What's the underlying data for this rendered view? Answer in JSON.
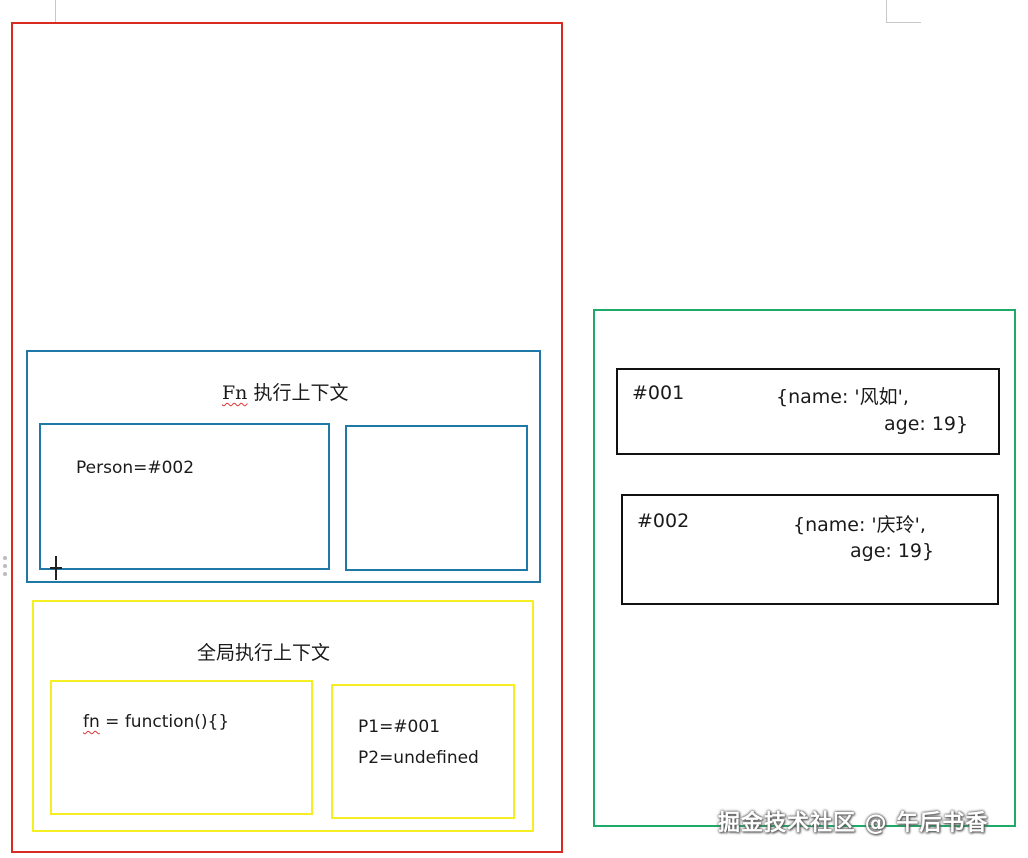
{
  "stack": {
    "fn_context": {
      "title_prefix": "Fn",
      "title_suffix": " 执行上下文",
      "left_text": "Person=#002"
    },
    "global_context": {
      "title": "全局执行上下文",
      "left_prefix": "fn",
      "left_suffix": " = function(){}",
      "right_line1": "P1=#001",
      "right_line2": "P2=undefined"
    }
  },
  "heap": {
    "obj1": {
      "address": "#001",
      "line1": "{name: '风如',",
      "line2": "age: 19}"
    },
    "obj2": {
      "address": "#002",
      "line1": "{name: '庆玲',",
      "line2": "age: 19}"
    }
  },
  "watermark": "掘金技术社区 @ 午后书香",
  "colors": {
    "stack_border": "#d82a20",
    "fn_border": "#1f78a8",
    "global_border": "#f5ee22",
    "heap_border": "#21a968",
    "heap_item_border": "#111111"
  }
}
